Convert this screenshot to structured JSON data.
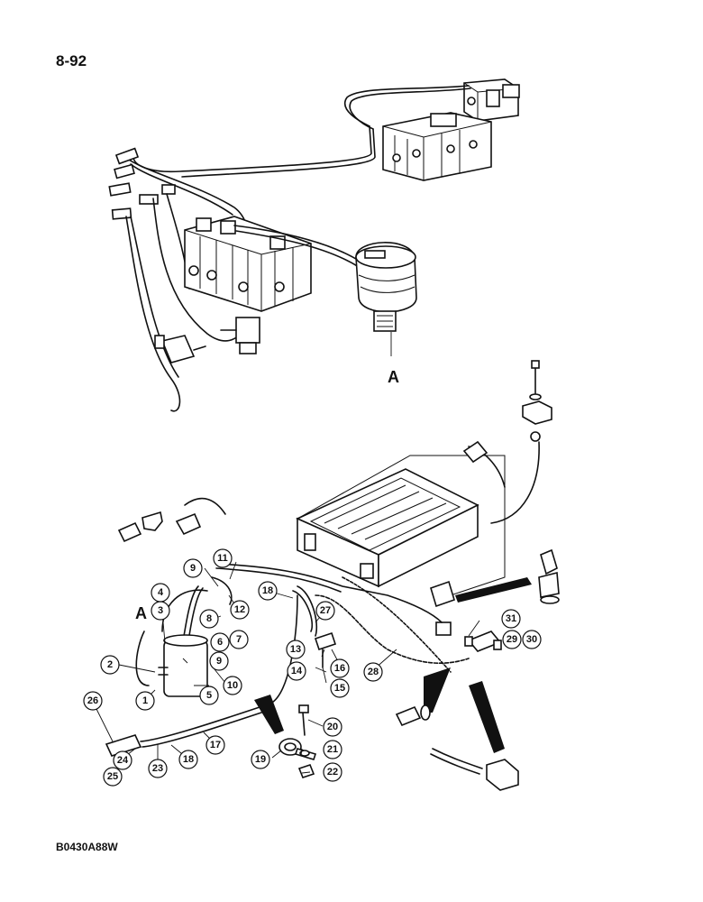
{
  "page_number": "8-92",
  "diagram_code": "B0430A88W",
  "reference_marks": {
    "upper_A": "A",
    "lower_A": "A"
  },
  "callouts": [
    "1",
    "2",
    "3",
    "4",
    "5",
    "6",
    "7",
    "8",
    "9",
    "9",
    "10",
    "11",
    "12",
    "13",
    "14",
    "15",
    "16",
    "17",
    "18",
    "18",
    "19",
    "20",
    "21",
    "22",
    "23",
    "24",
    "25",
    "26",
    "27",
    "28",
    "29",
    "30",
    "31"
  ]
}
